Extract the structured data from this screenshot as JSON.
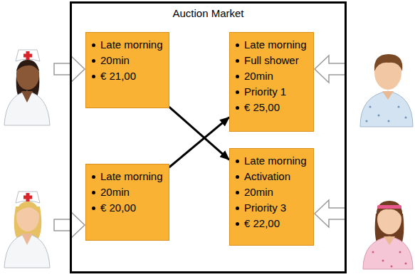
{
  "diagram": {
    "nodes": [
      {
        "text": [
          "Auction Market"
        ]
      },
      {
        "text": [
          "Late morning",
          "20min",
          "€ 21,00"
        ],
        "in": 0
      },
      {
        "text": [
          "Late morning",
          "Full shower",
          "20min",
          "Priority 1",
          "€ 25,00"
        ],
        "in": 0
      },
      {
        "text": [
          "Late morning",
          "20min",
          "€ 20,00"
        ],
        "in": 0
      },
      {
        "text": [
          "Late morning",
          "Activation",
          "20min",
          "Priority 3",
          "€ 22,00"
        ],
        "in": 0
      }
    ],
    "edges": [
      {
        "from": 1,
        "to": 4,
        "arrow": "to"
      },
      {
        "from": 3,
        "to": 2,
        "arrow": "to"
      }
    ]
  }
}
